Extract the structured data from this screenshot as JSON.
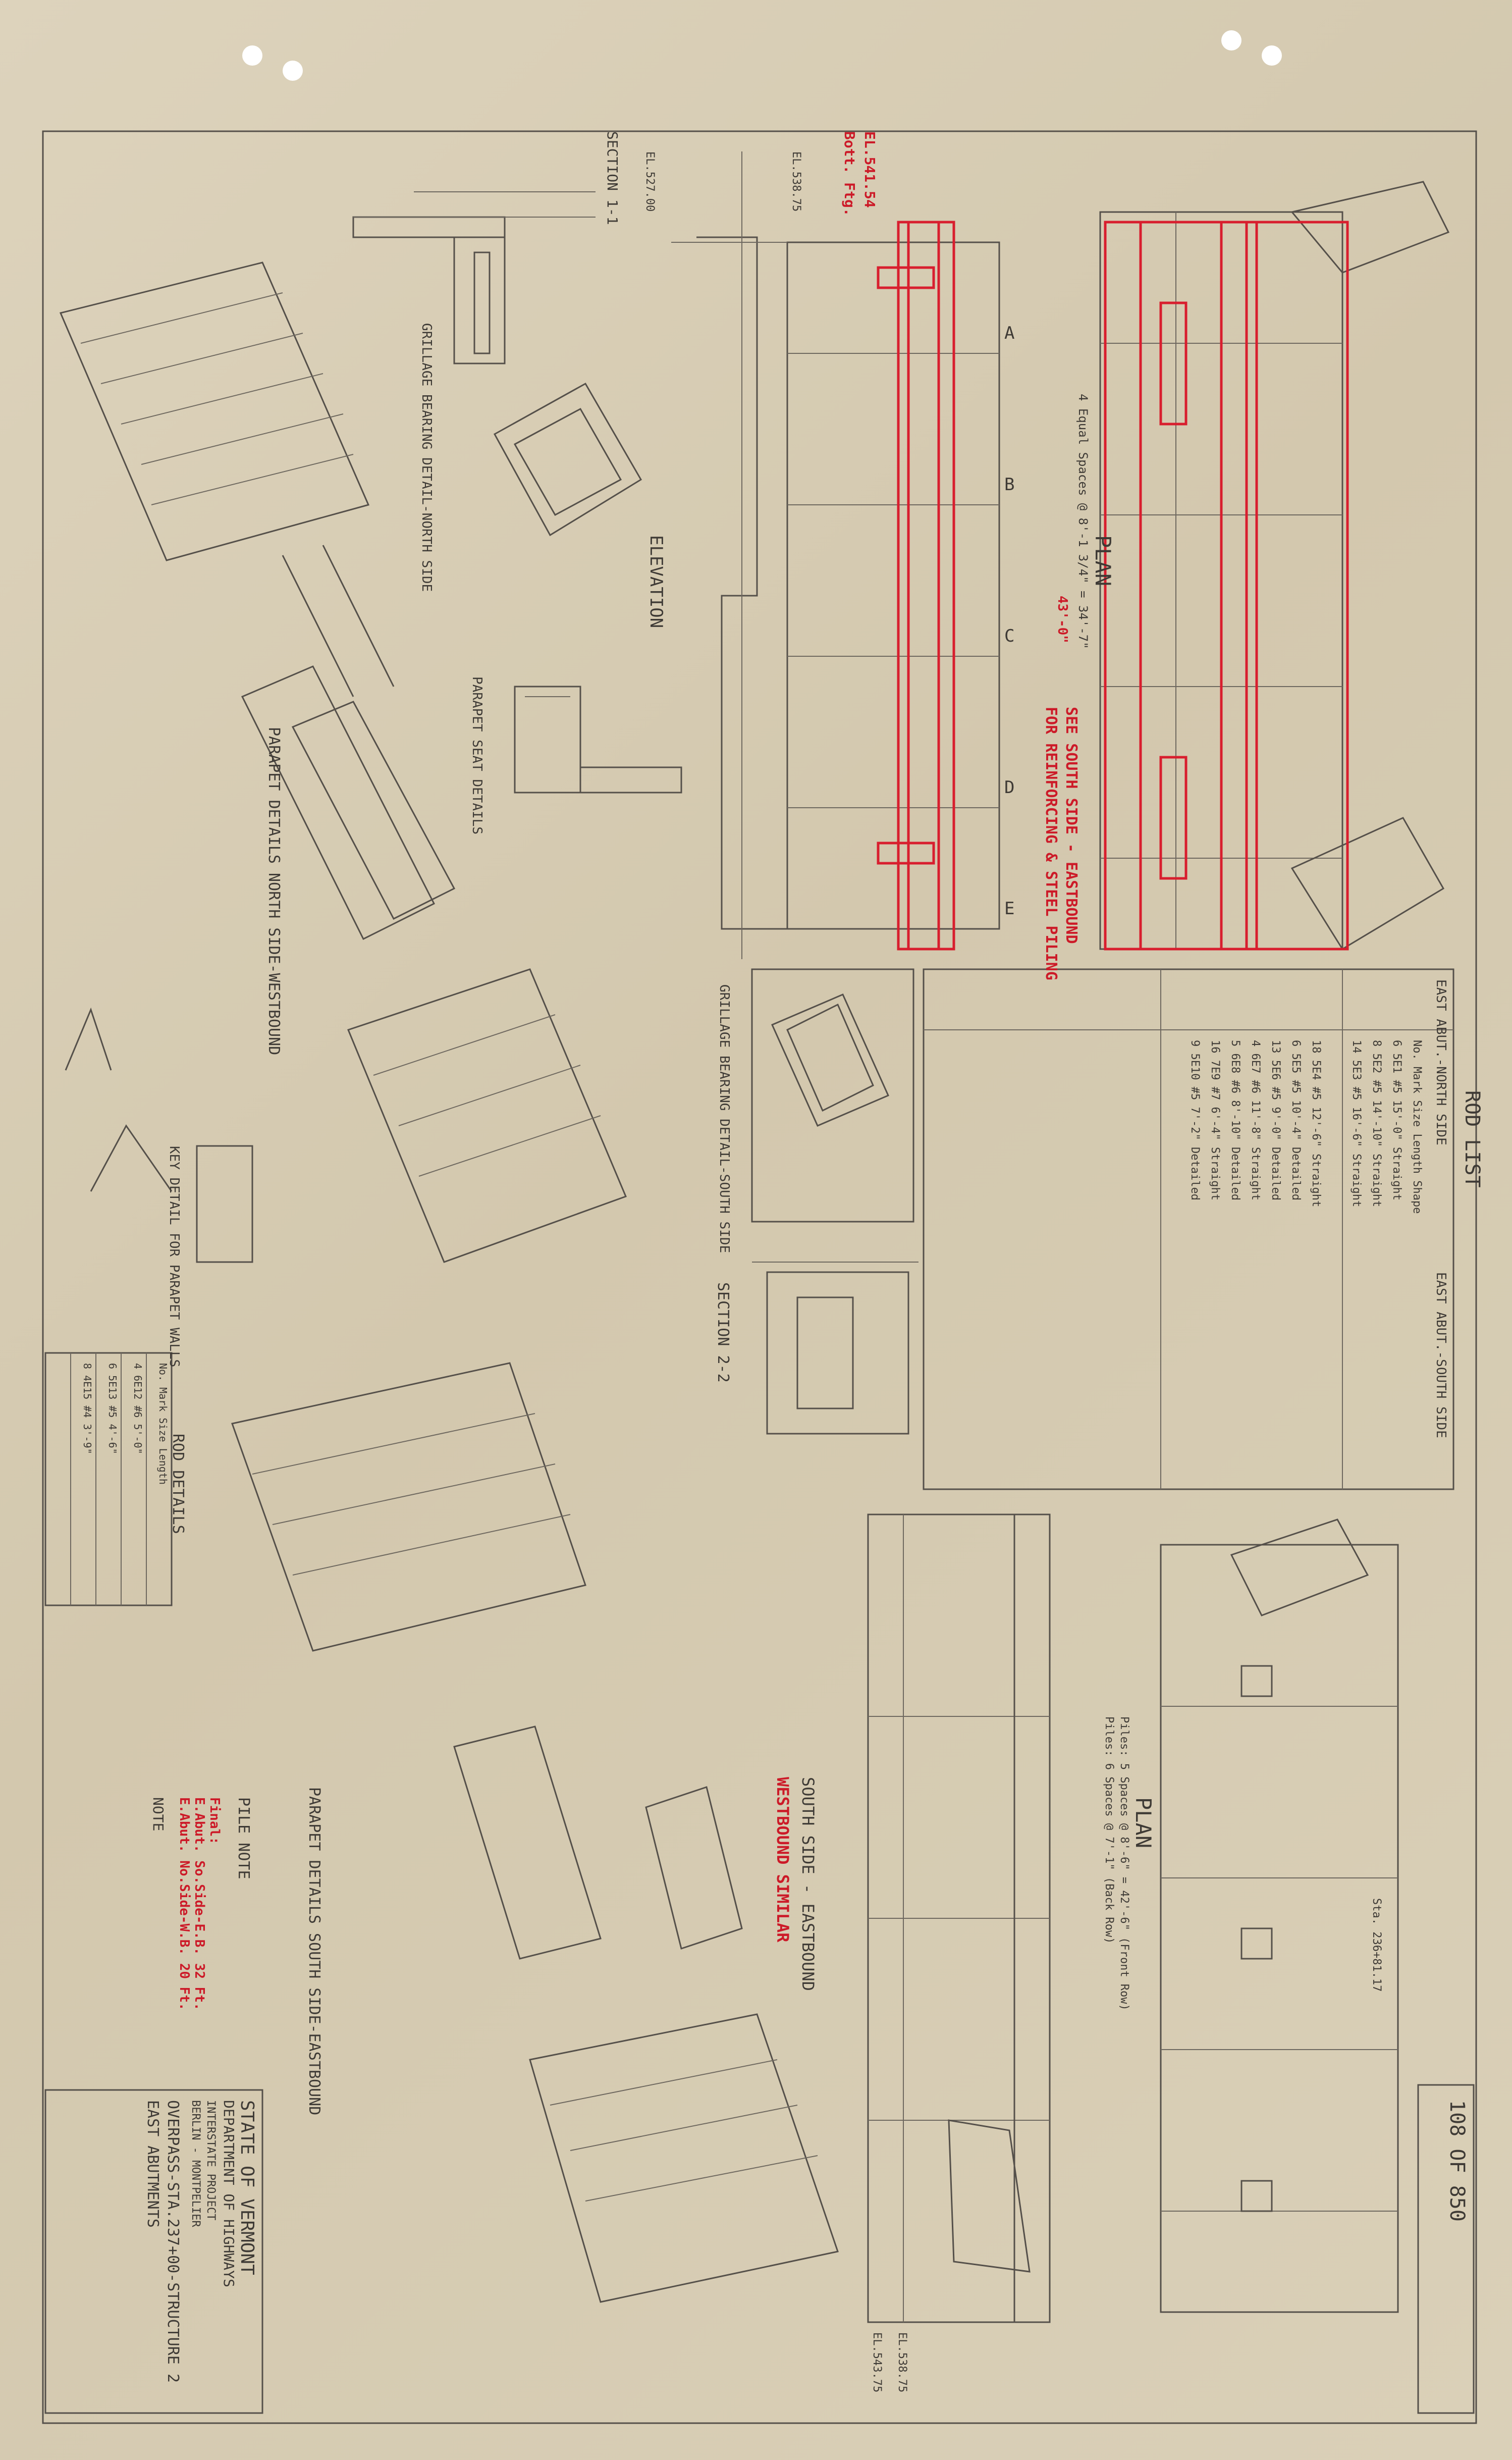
{
  "title_block": {
    "state": "STATE OF VERMONT",
    "department": "DEPARTMENT OF HIGHWAYS",
    "project_lines": [
      "INTERSTATE PROJECT",
      "BERLIN - MONTPELIER"
    ],
    "structure": "OVERPASS-STA.237+00-STRUCTURE 2",
    "sheet_title": "EAST ABUTMENTS",
    "sheet_number": "108",
    "sheet_total": "850",
    "sheet_ref": "108 OF 850"
  },
  "views": {
    "plan_top": "PLAN",
    "plan_bottom": "PLAN",
    "elevation_top": "ELEVATION",
    "elevation_south": "SOUTH SIDE - EASTBOUND",
    "westbound_similar": "WESTBOUND SIMILAR",
    "section_11": "SECTION 1-1",
    "section_22": "SECTION 2-2",
    "grillage_north": "GRILLAGE BEARING DETAIL-NORTH SIDE",
    "grillage_south": "GRILLAGE BEARING DETAIL-SOUTH SIDE",
    "parapet_seat": "PARAPET SEAT DETAILS",
    "parapet_north": "PARAPET DETAILS NORTH SIDE-WESTBOUND",
    "parapet_south": "PARAPET DETAILS SOUTH SIDE-EASTBOUND",
    "key_detail": "KEY DETAIL FOR PARAPET WALLS",
    "rod_details": "ROD DETAILS",
    "rod_list": "ROD LIST",
    "pile_note": "PILE NOTE",
    "note": "NOTE"
  },
  "red_annotations": {
    "elevation_value": "EL.541.54",
    "bott_ftg": "Bott. Ftg.",
    "see_south": "SEE SOUTH SIDE - EASTBOUND",
    "for_reinforcing": "FOR REINFORCING & STEEL PILING",
    "pile_final": "Final:",
    "pile_line1": "E.Abut. So.Side-E.B. 32 Ft.",
    "pile_line2": "E.Abut. No.Side-W.B. 20 Ft."
  },
  "rod_list": {
    "north_header": "EAST ABUT.-NORTH SIDE",
    "south_header": "EAST ABUT.-SOUTH SIDE",
    "columns": [
      "No.",
      "Mark",
      "Size",
      "Length",
      "Shape"
    ],
    "rows": [
      [
        "6",
        "5E1",
        "#5",
        "15'-0\"",
        "Straight"
      ],
      [
        "8",
        "5E2",
        "#5",
        "14'-10\"",
        "Straight"
      ],
      [
        "14",
        "5E3",
        "#5",
        "16'-6\"",
        "Straight"
      ],
      [
        "18",
        "5E4",
        "#5",
        "12'-6\"",
        "Straight"
      ],
      [
        "6",
        "5E5",
        "#5",
        "10'-4\"",
        "Detailed"
      ],
      [
        "13",
        "5E6",
        "#5",
        "9'-0\"",
        "Detailed"
      ],
      [
        "4",
        "6E7",
        "#6",
        "11'-8\"",
        "Straight"
      ],
      [
        "5",
        "6E8",
        "#6",
        "8'-10\"",
        "Detailed"
      ],
      [
        "16",
        "7E9",
        "#7",
        "6'-4\"",
        "Straight"
      ],
      [
        "9",
        "5E10",
        "#5",
        "7'-2\"",
        "Detailed"
      ]
    ]
  },
  "rod_details": {
    "columns": [
      "No.",
      "Mark",
      "Size",
      "Length"
    ],
    "rows": [
      [
        "4",
        "6E12",
        "#6",
        "5'-0\""
      ],
      [
        "6",
        "5E13",
        "#5",
        "4'-6\""
      ],
      [
        "8",
        "4E15",
        "#4",
        "3'-9\""
      ]
    ]
  },
  "dims": {
    "spacing_top": "4 Equal Spaces @ 8'-1 3/4\" = 34'-7\"",
    "total_top": "43'-0\"",
    "piles_front": "Piles: 5 Spaces @ 8'-6\" = 42'-6\" (Front Row)",
    "piles_back": "Piles: 6 Spaces @ 7'-1\" (Back Row)",
    "elev_bottom_1": "EL.543.75",
    "elev_bottom_2": "EL.538.75",
    "elev_top_a": "EL.527.00",
    "elev_top_b": "EL.538.75",
    "sta": "Sta. 236+81.17"
  },
  "marks": [
    "A",
    "B",
    "C",
    "D",
    "E"
  ]
}
